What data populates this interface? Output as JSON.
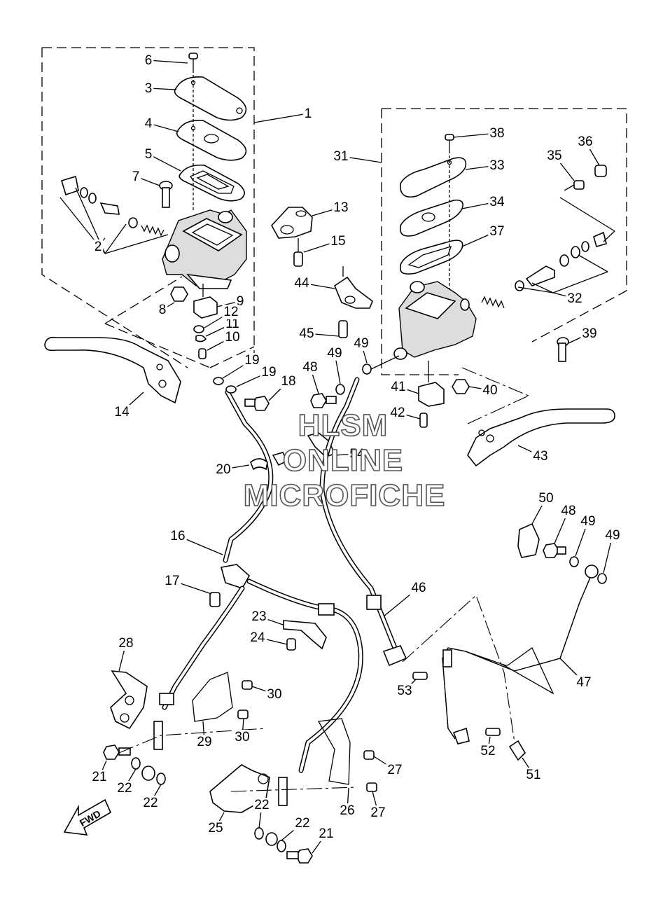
{
  "diagram": {
    "watermark": [
      "HLSM",
      "ONLINE",
      "MICROFICHE"
    ],
    "fwd_label": "FWD",
    "callouts": [
      "1",
      "2",
      "3",
      "4",
      "5",
      "6",
      "7",
      "8",
      "9",
      "10",
      "11",
      "12",
      "13",
      "14",
      "15",
      "16",
      "17",
      "18",
      "19",
      "19",
      "20",
      "21",
      "21",
      "22",
      "22",
      "22",
      "22",
      "23",
      "24",
      "25",
      "26",
      "27",
      "27",
      "28",
      "29",
      "30",
      "30",
      "31",
      "32",
      "33",
      "34",
      "35",
      "36",
      "37",
      "38",
      "39",
      "40",
      "41",
      "42",
      "43",
      "44",
      "45",
      "46",
      "47",
      "48",
      "48",
      "49",
      "49",
      "49",
      "50",
      "51",
      "52",
      "53",
      "54"
    ]
  }
}
